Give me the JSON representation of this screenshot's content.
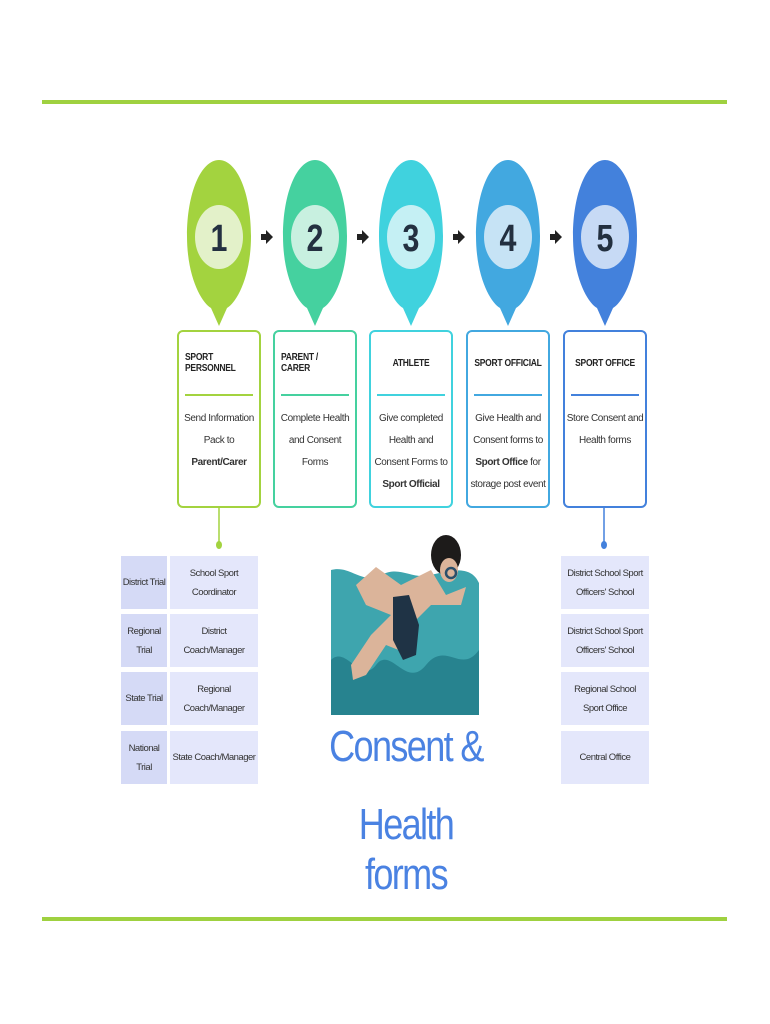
{
  "steps": [
    {
      "number": "1",
      "role": "SPORT PERSONNEL",
      "desc_pre": "Send Information Pack to ",
      "desc_bold": "Parent/Carer",
      "desc_post": "",
      "ring": "#a3d33f",
      "fill": "#e3f1c9"
    },
    {
      "number": "2",
      "role": "PARENT / CARER",
      "desc_pre": "Complete Health and Consent Forms",
      "desc_bold": "",
      "desc_post": "",
      "ring": "#45d19f",
      "fill": "#c8f0e0"
    },
    {
      "number": "3",
      "role": "ATHLETE",
      "desc_pre": "Give completed Health and Consent Forms to ",
      "desc_bold": "Sport Official",
      "desc_post": "",
      "ring": "#40d2de",
      "fill": "#c5f0f4"
    },
    {
      "number": "4",
      "role": "SPORT OFFICIAL",
      "desc_pre": "Give Health and Consent forms to ",
      "desc_bold": "Sport Office",
      "desc_post": " for storage post event",
      "ring": "#42a8e0",
      "fill": "#c6e3f5"
    },
    {
      "number": "5",
      "role": "SPORT OFFICE",
      "desc_pre": "Store Consent and Health forms",
      "desc_bold": "",
      "desc_post": "",
      "ring": "#4381dc",
      "fill": "#c7daf5"
    }
  ],
  "left_table": [
    {
      "trial": "District Trial",
      "personnel": "School Sport Coordinator"
    },
    {
      "trial": "Regional Trial",
      "personnel": "District Coach/Manager"
    },
    {
      "trial": "State Trial",
      "personnel": "Regional Coach/Manager"
    },
    {
      "trial": "National Trial",
      "personnel": "State Coach/Manager"
    }
  ],
  "right_table": [
    "District School Sport Officers' School",
    "District School Sport Officers' School",
    "Regional School Sport Office",
    "Central Office"
  ],
  "title": {
    "line1": "Consent &",
    "line2": "Health forms"
  },
  "colors": {
    "rule": "#9fd140",
    "title": "#4a82e2"
  }
}
